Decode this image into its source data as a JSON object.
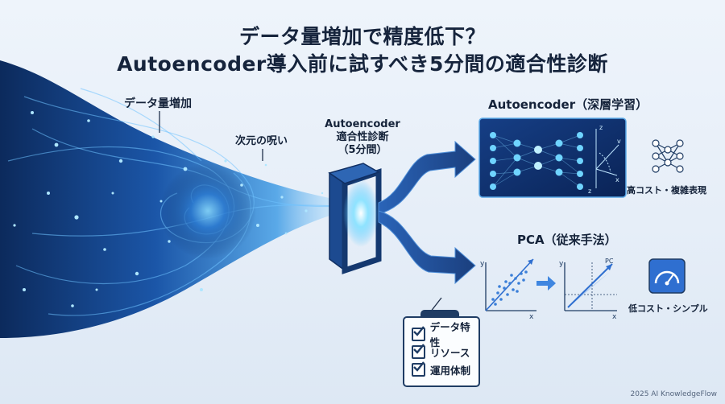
{
  "title": {
    "line1": "データ量増加で精度低下？",
    "line2": "Autoencoder導入前に試すべき5分間の適合性診断"
  },
  "labels": {
    "data_growth": "データ量増加",
    "curse": "次元の呪い",
    "gate_line1": "Autoencoder",
    "gate_line2": "適合性診断",
    "gate_line3": "（5分間）",
    "ae_title": "Autoencoder（深層学習）",
    "ae_note": "高コスト・複雑表現",
    "pca_title": "PCA（従来手法）",
    "pca_note": "低コスト・シンプル"
  },
  "axes": {
    "x": "x",
    "y": "y",
    "z": "z",
    "v": "v",
    "pc": "PC"
  },
  "checklist": [
    "データ特性",
    "リソース",
    "運用体制"
  ],
  "footer": "2025 AI KnowledgeFlow",
  "icons": [
    "neural-network-icon",
    "gauge-icon",
    "checklist-icon",
    "check-icon",
    "arrow-icon"
  ],
  "colors": {
    "navy": "#16243c",
    "accent": "#2f6fd0",
    "glow": "#5cc6ff",
    "panel": "#0e2f6b"
  }
}
